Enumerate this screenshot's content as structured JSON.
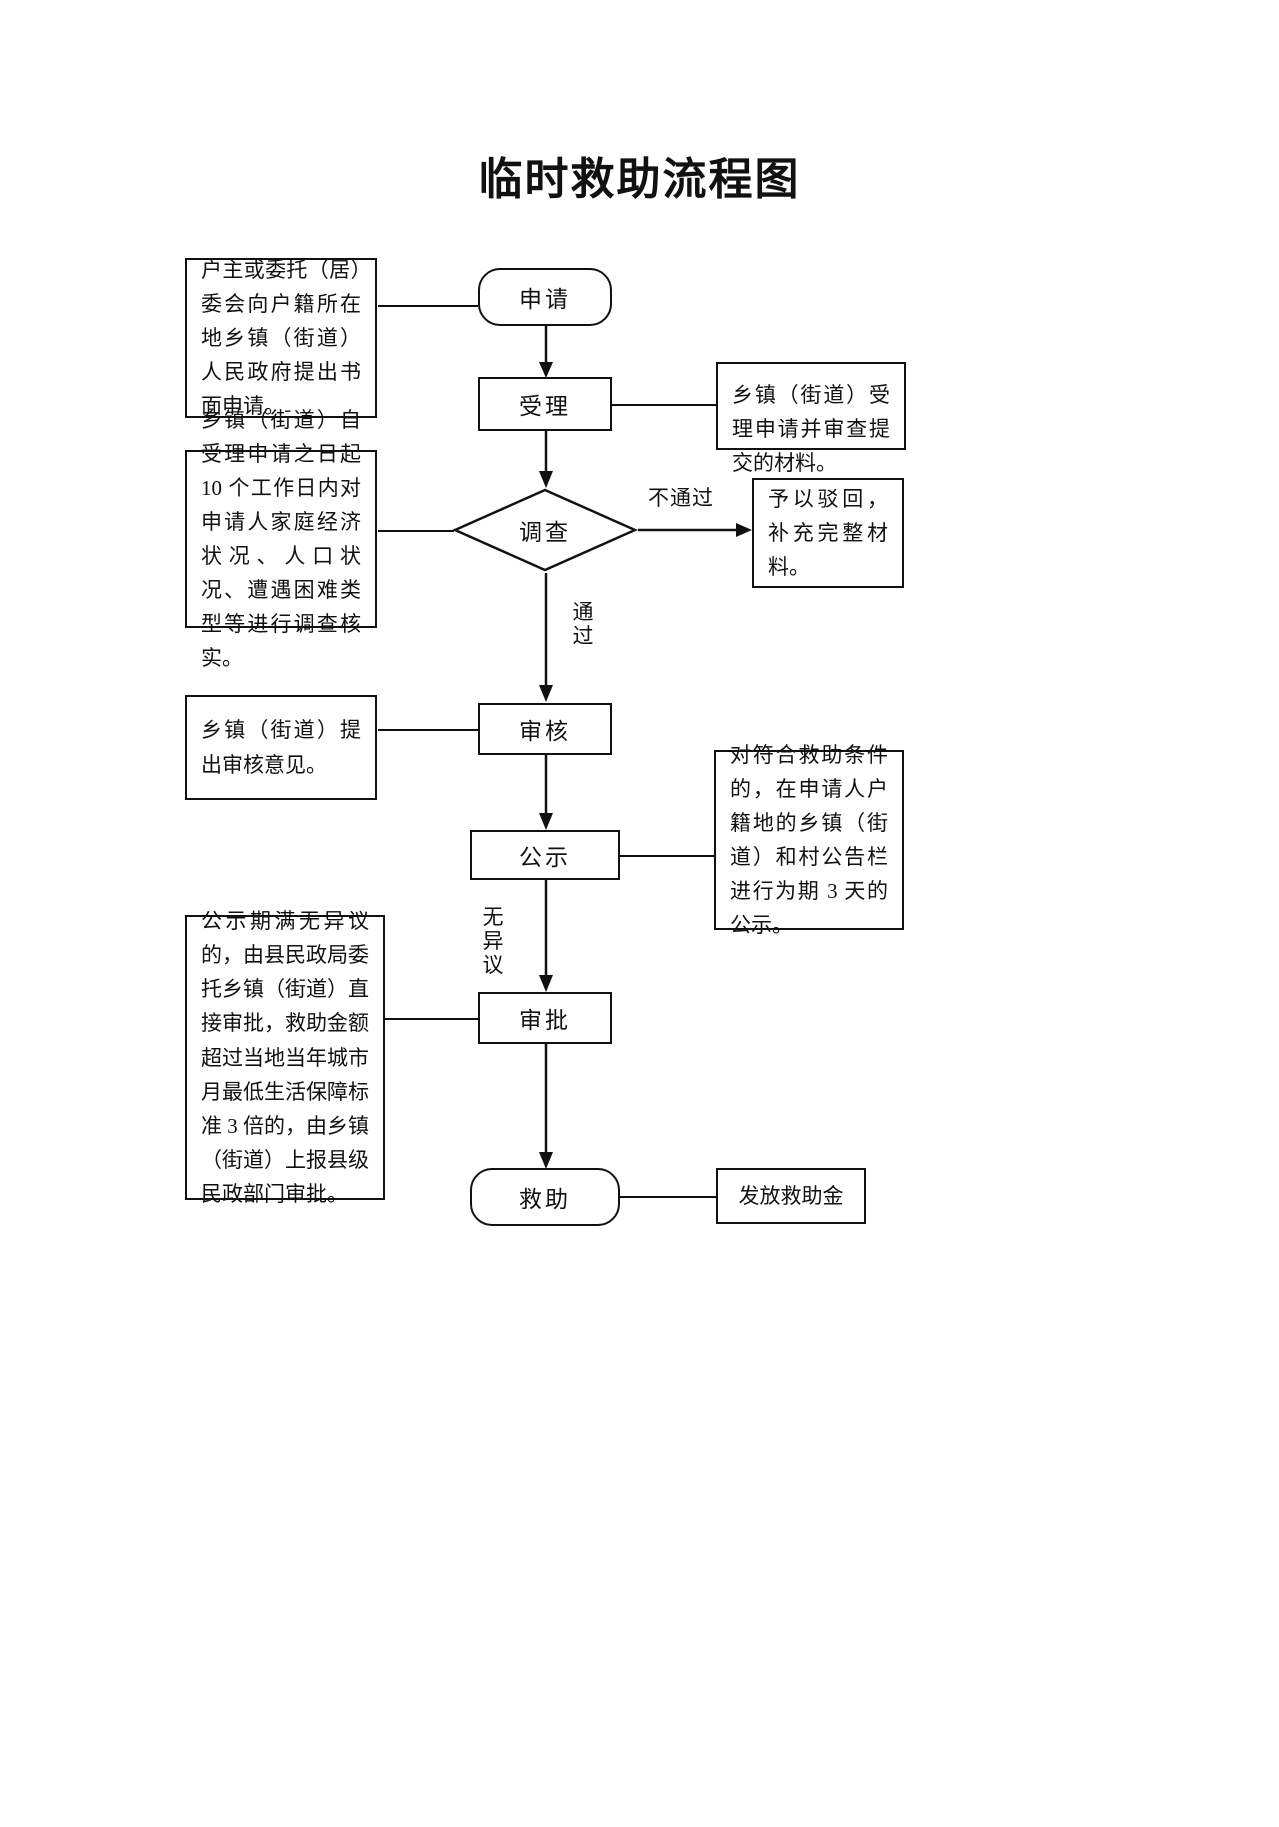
{
  "document": {
    "title": "临时救助流程图"
  },
  "flow": {
    "nodes": [
      {
        "id": "apply",
        "label": "申请",
        "shape": "terminator"
      },
      {
        "id": "accept",
        "label": "受理",
        "shape": "process"
      },
      {
        "id": "survey",
        "label": "调查",
        "shape": "decision"
      },
      {
        "id": "review",
        "label": "审核",
        "shape": "process"
      },
      {
        "id": "publish",
        "label": "公示",
        "shape": "process"
      },
      {
        "id": "approve",
        "label": "审批",
        "shape": "process"
      },
      {
        "id": "aid",
        "label": "救助",
        "shape": "terminator"
      }
    ],
    "edge_labels": {
      "not_pass": "不通过",
      "pass": "通过",
      "no_objection": "无异议"
    }
  },
  "annotations": {
    "apply_note": "户主或委托（居）委会向户籍所在地乡镇（街道）人民政府提出书面申请。",
    "accept_note": "乡镇（街道）受理申请并审查提交的材料。",
    "survey_note": "乡镇（街道）自受理申请之日起 10 个工作日内对申请人家庭经济状况、人口状况、遭遇困难类型等进行调查核实。",
    "reject_note": "予以驳回，补充完整材料。",
    "review_note": "乡镇（街道）提出审核意见。",
    "publish_note": "对符合救助条件的，在申请人户籍地的乡镇（街道）和村公告栏进行为期 3 天的公示。",
    "approve_note": "公示期满无异议的，由县民政局委托乡镇（街道）直接审批，救助金额超过当地当年城市月最低生活保障标准 3 倍的，由乡镇（街道）上报县级民政部门审批。",
    "aid_note": "发放救助金"
  },
  "colors": {
    "stroke": "#111111",
    "background": "#ffffff",
    "text": "#111111"
  }
}
